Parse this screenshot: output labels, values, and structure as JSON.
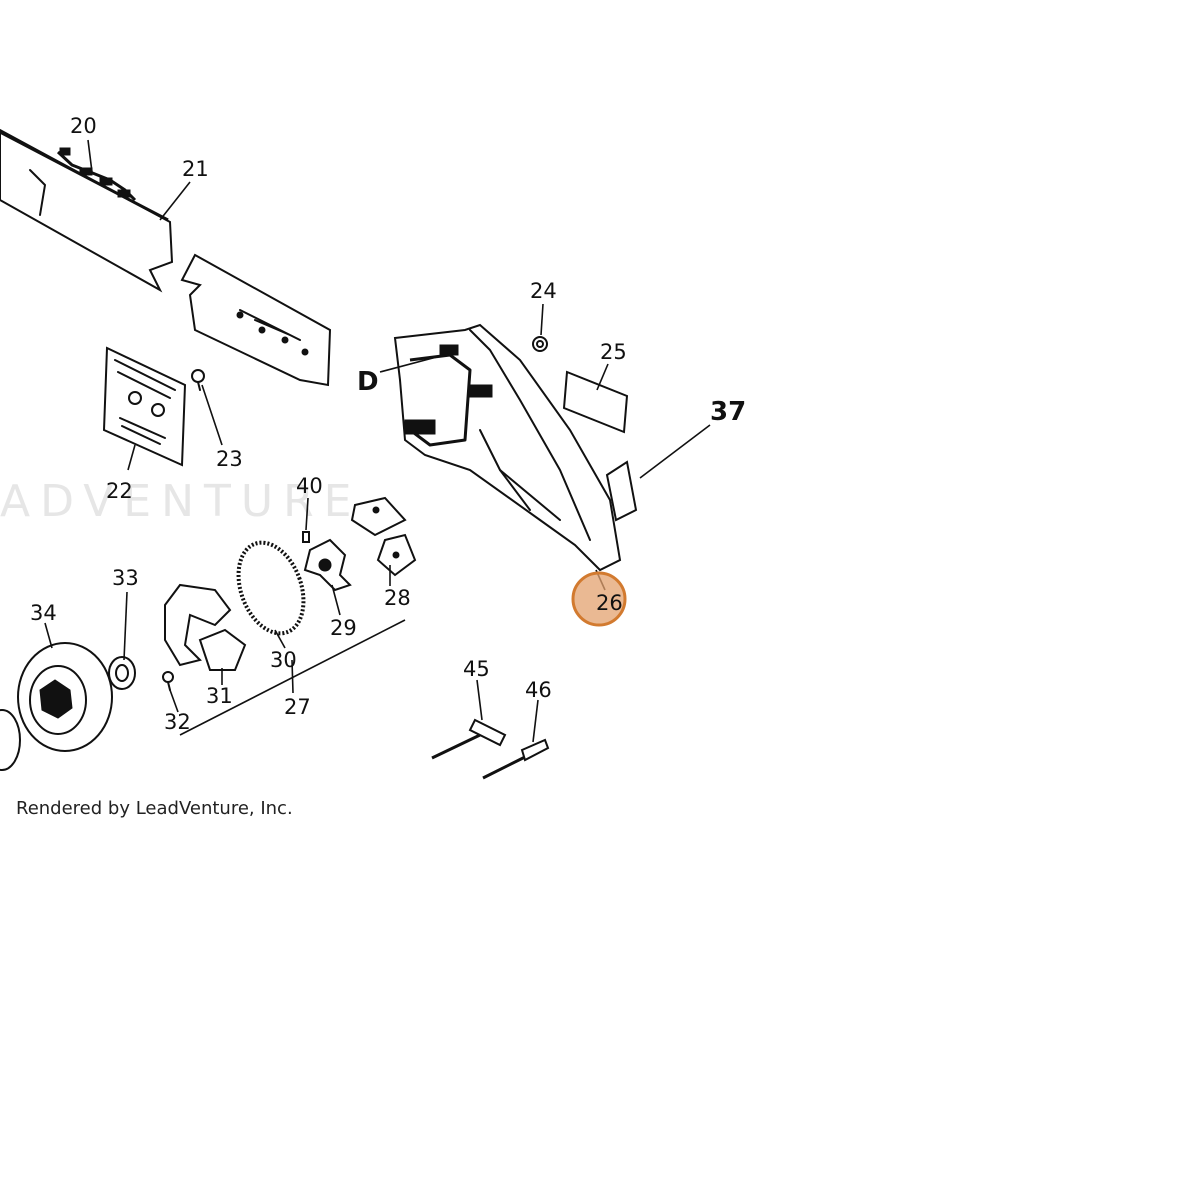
{
  "diagram": {
    "watermark": "ADVENTURE",
    "credit": "Rendered by LeadVenture, Inc.",
    "highlight_color": "#e3a26f",
    "highlighted_callout": "26",
    "callouts": {
      "c20": "20",
      "c21": "21",
      "c22": "22",
      "c23": "23",
      "c24": "24",
      "c25": "25",
      "c26": "26",
      "c27": "27",
      "c28": "28",
      "c29": "29",
      "c30": "30",
      "c31": "31",
      "c32": "32",
      "c33": "33",
      "c34": "34",
      "c37": "37",
      "c40": "40",
      "c45": "45",
      "c46": "46",
      "cD": "D"
    }
  }
}
